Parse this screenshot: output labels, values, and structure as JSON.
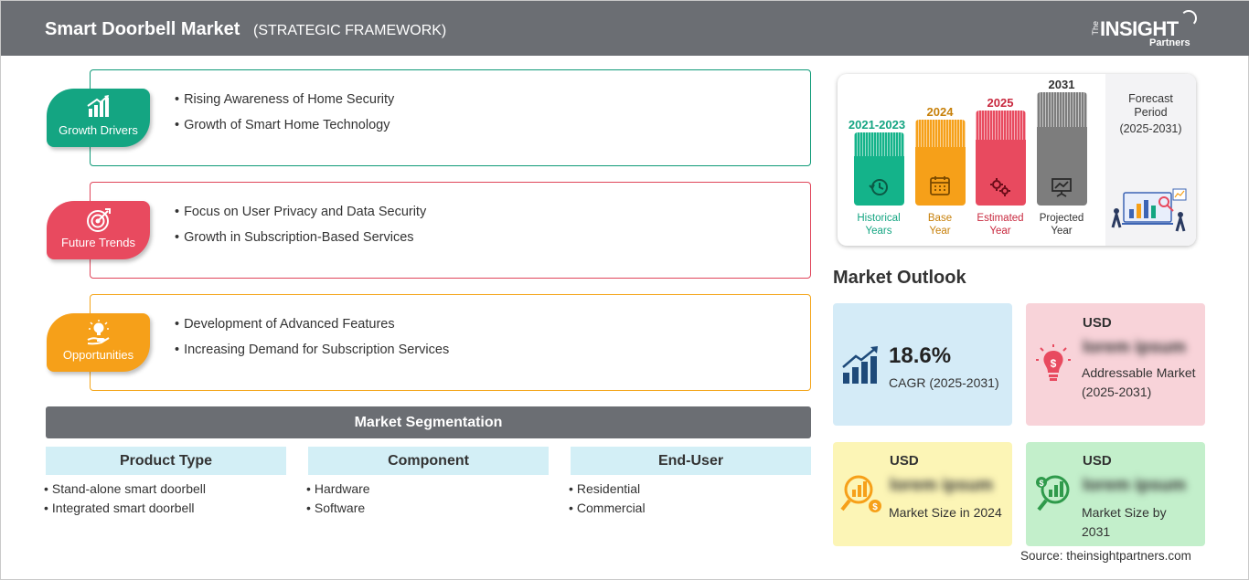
{
  "header": {
    "title": "Smart Doorbell Market",
    "subtitle": "(STRATEGIC FRAMEWORK)",
    "logo": {
      "the": "The",
      "insight": "INSIGHT",
      "partners": "Partners"
    }
  },
  "framework": {
    "growth_drivers": {
      "label": "Growth Drivers",
      "color": "#14a582",
      "icon": "bar-chart-arrow-icon",
      "items": [
        "Rising Awareness of Home Security",
        "Growth of Smart Home Technology"
      ]
    },
    "future_trends": {
      "label": "Future Trends",
      "color": "#e84a5f",
      "icon": "target-icon",
      "items": [
        "Focus on User Privacy and Data Security",
        "Growth in Subscription-Based Services"
      ]
    },
    "opportunities": {
      "label": "Opportunities",
      "color": "#f6a019",
      "icon": "lightbulb-hand-icon",
      "items": [
        "Development of Advanced Features",
        "Increasing Demand for Subscription Services"
      ]
    }
  },
  "segmentation": {
    "title": "Market Segmentation",
    "columns": [
      {
        "heading": "Product Type",
        "items": [
          "Stand-alone smart doorbell",
          "Integrated smart doorbell"
        ]
      },
      {
        "heading": "Component",
        "items": [
          "Hardware",
          "Software"
        ]
      },
      {
        "heading": "End-User",
        "items": [
          "Residential",
          "Commercial"
        ]
      }
    ]
  },
  "timeline": {
    "periods": [
      {
        "year": "2021-2023",
        "label_line1": "Historical",
        "label_line2": "Years",
        "color": "#14b38a",
        "icon": "history-icon"
      },
      {
        "year": "2024",
        "label_line1": "Base",
        "label_line2": "Year",
        "color": "#f6a019",
        "icon": "calendar-icon"
      },
      {
        "year": "2025",
        "label_line1": "Estimated",
        "label_line2": "Year",
        "color": "#e84a5f",
        "icon": "gears-icon"
      },
      {
        "year": "2031",
        "label_line1": "Projected",
        "label_line2": "Year",
        "color": "#7d7d7d",
        "icon": "presentation-chart-icon"
      }
    ],
    "forecast": {
      "line1": "Forecast",
      "line2": "Period",
      "line3": "(2025-2031)"
    }
  },
  "outlook": {
    "title": "Market Outlook",
    "cagr": {
      "value": "18.6%",
      "label": "CAGR (2025-2031)",
      "color": "#d4ebf7"
    },
    "addressable": {
      "currency": "USD",
      "value": "lorem ipsum",
      "label": "Addressable Market (2025-2031)",
      "color": "#f8d3d9"
    },
    "size_2024": {
      "currency": "USD",
      "value": "lorem ipsum",
      "label": "Market Size in 2024",
      "color": "#fcf5b6"
    },
    "size_2031": {
      "currency": "USD",
      "value": "lorem ipsum",
      "label": "Market Size by 2031",
      "color": "#c3efcb"
    }
  },
  "source": "Source: theinsightpartners.com"
}
